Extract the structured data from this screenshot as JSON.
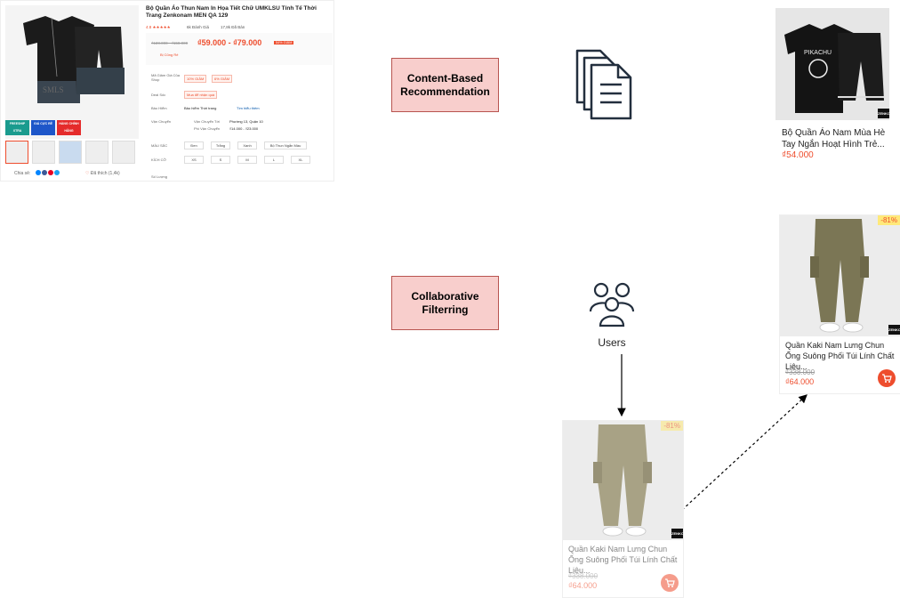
{
  "methods": {
    "content_based": "Content-Based\nRecommendation",
    "collaborative": "Collaborative\nFilterring"
  },
  "users_label": "Users",
  "icons": {
    "documents": "documents-icon",
    "users": "users-icon",
    "cart": "cart-icon"
  },
  "colors": {
    "method_fill": "#f8cecc",
    "method_border": "#b85450",
    "price": "#ee4d2d",
    "badge": "#ffe97a"
  },
  "product_page": {
    "title": "Bộ Quần Áo Thun Nam In Họa Tiết Chữ UMKLSU Tính Tế Thời Trang Zenkonam MEN QA 129",
    "rating": "4.8 ★★★★★",
    "reviews": "6k Đánh Giá",
    "sold": "17,8k Đã Bán",
    "old_price": "₫128.000 - ₫158.000",
    "price": "₫59.000 - ₫79.000",
    "discount": "54% GIẢM",
    "ship_note": "Bị Cũng Rẻ",
    "voucher_label": "Mã Giảm Giá Của Shop",
    "voucher_1": "10% GIẢM",
    "voucher_2": "6% GIẢM",
    "deal_label": "Deal Sốc",
    "deal_value": "Mua để nhận quà",
    "insurance_label": "Bảo Hiểm",
    "insurance_value": "Bảo hiểm Thời trang",
    "insurance_more": "Tìm hiểu thêm",
    "shipping_label": "Vận Chuyển",
    "shipping_to": "Vận Chuyển Tới",
    "shipping_place": "Phường 13, Quận 10",
    "shipping_fee_label": "Phí Vận Chuyển",
    "shipping_fee": "₫14.000 - ₫23.000",
    "color_label": "MÀU SẮC",
    "colors": [
      "Đen",
      "Trắng",
      "Xanh",
      "Bộ Thun Ngắn Màu"
    ],
    "size_label": "KÍCH CỠ",
    "sizes": [
      "XS",
      "S",
      "M",
      "L",
      "XL"
    ],
    "qty_label": "Số Lượng",
    "share": "Chia sẻ:",
    "likes": "Đã thích (1,4k)",
    "banners": [
      "FREESHIP XTRA",
      "GIÁ CỰC RẺ",
      "HÀNG CHÍNH HÃNG"
    ]
  },
  "product_top": {
    "name": "Bộ Quần Áo Nam Mùa Hè Tay Ngắn Hoạt Hình Trẻ...",
    "price": "₫54.000",
    "brand": "ZENKO"
  },
  "product_right": {
    "badge": "-81%",
    "name": "Quần Kaki Nam Lưng Chun Ống Suông Phối Túi Lính Chất Liệu...",
    "old_price": "₫338.000",
    "price": "₫64.000",
    "brand": "ZENKO"
  },
  "product_bottom": {
    "badge": "-81%",
    "name": "Quần Kaki Nam Lưng Chun Ống Suông Phối Túi Lính Chất Liệu...",
    "old_price": "₫338.000",
    "price": "₫64.000",
    "brand": "ZENKO"
  }
}
